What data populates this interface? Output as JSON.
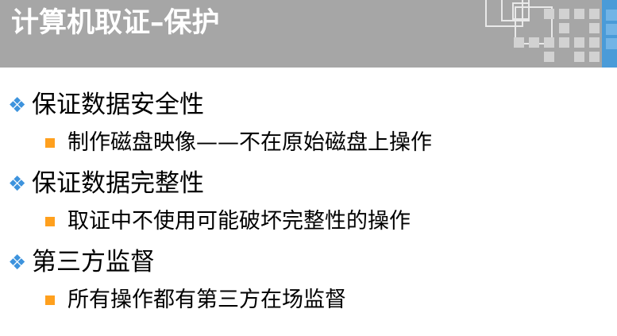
{
  "slide": {
    "title": "计算机取证–保护",
    "background_color": "#ffffff",
    "header_band_color": "#a6a6a6",
    "title_color": "#ffffff",
    "accent_blue": "#4a9bd8",
    "accent_blue_light": "#72b4e6",
    "bullet_level1_color": "#3d93dd",
    "bullet_level2_color": "#ffa01e",
    "deco_square_fill": "#d2d2d2",
    "deco_square_outline": "#e9e9e9",
    "body_text_color": "#000000"
  },
  "bullets": [
    {
      "glyph": "❖",
      "glyph_name": "diamond-cluster-bullet",
      "text": "保证数据安全性",
      "sub": [
        {
          "glyph_name": "orange-square-bullet",
          "text": "制作磁盘映像——不在原始磁盘上操作"
        }
      ]
    },
    {
      "glyph": "❖",
      "glyph_name": "diamond-cluster-bullet",
      "text": "保证数据完整性",
      "sub": [
        {
          "glyph_name": "orange-square-bullet",
          "text": "取证中不使用可能破坏完整性的操作"
        }
      ]
    },
    {
      "glyph": "❖",
      "glyph_name": "diamond-cluster-bullet",
      "text": "第三方监督",
      "sub": [
        {
          "glyph_name": "orange-square-bullet",
          "text": "所有操作都有第三方在场监督"
        }
      ]
    }
  ]
}
